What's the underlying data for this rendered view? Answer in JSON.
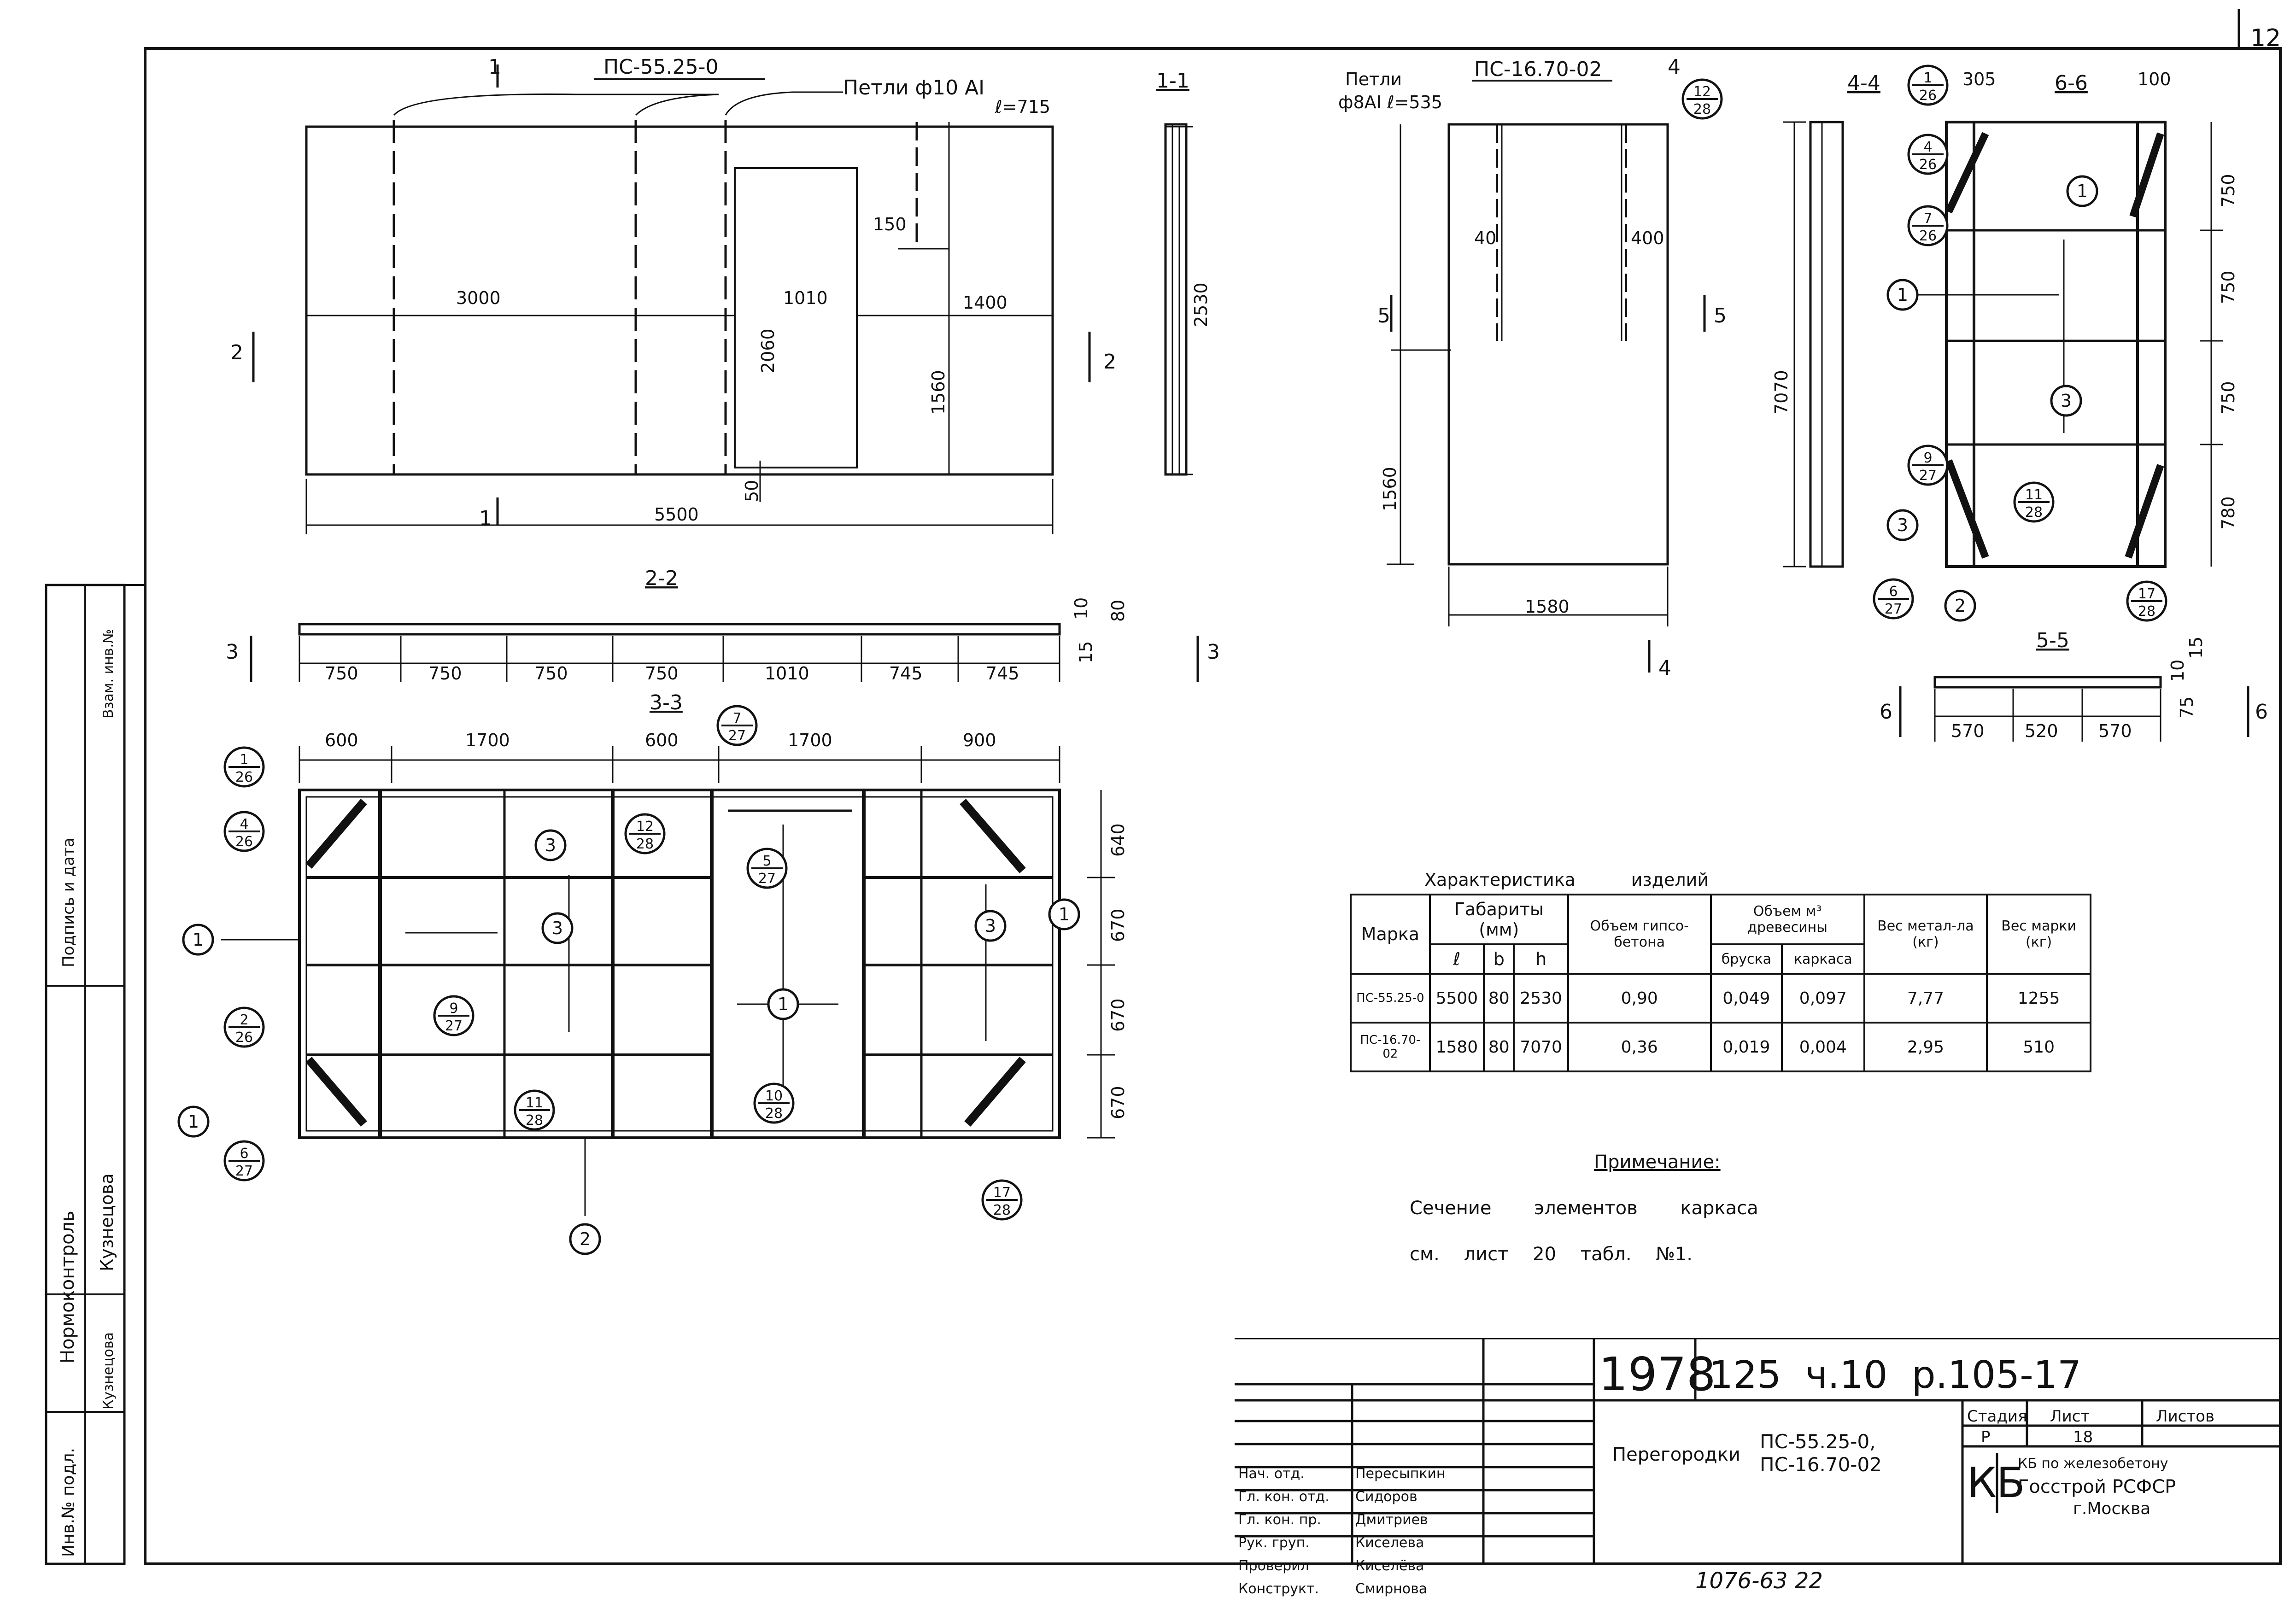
{
  "sheet_corner_number": "12",
  "panel1": {
    "mark_label": "ПС-55.25-0",
    "loops_label": "Петли ф10 АI",
    "loops_length": "ℓ=715",
    "section_label_left": "1",
    "dims": [
      "3000",
      "1010",
      "1400",
      "2060",
      "1560",
      "150",
      "50",
      "5500",
      "2530"
    ],
    "section_markers": [
      "2",
      "2",
      "1",
      "1"
    ]
  },
  "section_1_1": "1-1",
  "section_2_2": {
    "title": "2-2",
    "dims": [
      "750",
      "750",
      "750",
      "750",
      "1010",
      "745",
      "745"
    ],
    "right_dims": [
      "10",
      "15",
      "80"
    ],
    "markers": [
      "3",
      "3"
    ]
  },
  "section_3_3": {
    "title": "3-3",
    "top_dims": [
      "600",
      "1700",
      "600",
      "1700",
      "900"
    ],
    "right_dims": [
      "640",
      "670",
      "670",
      "670"
    ],
    "callouts": [
      {
        "n": "1",
        "d": "26"
      },
      {
        "n": "4",
        "d": "26"
      },
      {
        "n": "2",
        "d": "26"
      },
      {
        "n": "6",
        "d": "27"
      },
      {
        "n": "9",
        "d": "27"
      },
      {
        "n": "11",
        "d": "28"
      },
      {
        "n": "12",
        "d": "28"
      },
      {
        "n": "7",
        "d": "27"
      },
      {
        "n": "5",
        "d": "27"
      },
      {
        "n": "10",
        "d": "28"
      },
      {
        "n": "17",
        "d": "28"
      }
    ],
    "positions": [
      "1",
      "3",
      "1",
      "3",
      "2",
      "1",
      "1",
      "3"
    ]
  },
  "panel2": {
    "loops_label": "Петли",
    "loops_spec": "ф8АI ℓ=535",
    "mark_label": "ПС-16.70-02",
    "dims": [
      "40",
      "400",
      "1560",
      "1580"
    ],
    "section_markers": [
      "4",
      "4",
      "5",
      "5"
    ],
    "callout": {
      "n": "12",
      "d": "28"
    }
  },
  "section_4_4": {
    "title": "4-4",
    "sub_title": "6-6",
    "dims": [
      "305",
      "100",
      "750",
      "750",
      "750",
      "780",
      "7070"
    ],
    "callouts": [
      {
        "n": "1",
        "d": "26"
      },
      {
        "n": "4",
        "d": "26"
      },
      {
        "n": "7",
        "d": "26"
      },
      {
        "n": "9",
        "d": "27"
      },
      {
        "n": "11",
        "d": "28"
      },
      {
        "n": "6",
        "d": "27"
      },
      {
        "n": "17",
        "d": "28"
      }
    ],
    "positions": [
      "1",
      "1",
      "3",
      "3",
      "2"
    ]
  },
  "section_5_5": {
    "title": "5-5",
    "dims": [
      "570",
      "520",
      "570"
    ],
    "right_dims": [
      "15",
      "75",
      "10"
    ],
    "markers": [
      "6",
      "6"
    ]
  },
  "table": {
    "title_left": "Характеристика",
    "title_right": "изделий",
    "headers": {
      "mark": "Марка",
      "dims": "Габариты (мм)",
      "l": "ℓ",
      "b": "b",
      "h": "h",
      "vol_gypsum": "Объем гипсо-бетона",
      "vol_wood": "Объем м³ древесины",
      "brus": "бруска",
      "karkas": "каркаса",
      "metal": "Вес метал-ла (кг)",
      "weight": "Вес марки (кг)"
    },
    "rows": [
      [
        "ПС-55.25-0",
        "5500",
        "80",
        "2530",
        "0,90",
        "0,049",
        "0,097",
        "7,77",
        "1255"
      ],
      [
        "ПС-16.70-02",
        "1580",
        "80",
        "7070",
        "0,36",
        "0,019",
        "0,004",
        "2,95",
        "510"
      ]
    ]
  },
  "note": {
    "title": "Примечание:",
    "line1": "Сечение элементов каркаса",
    "line2": "см. лист 20 табл. №1."
  },
  "title_block": {
    "year": "1978",
    "code": "125  ч.10  р.105-17",
    "roles": [
      "Нач. отд.",
      "Гл. кон. отд.",
      "Гл. кон. пр.",
      "Рук. груп.",
      "Проверил",
      "Конструкт."
    ],
    "names": [
      "Пересыпкин",
      "Сидоров",
      "Дмитриев",
      "Киселева",
      "Киселёва",
      "Смирнова"
    ],
    "doc_name": "Перегородки",
    "doc_marks": [
      "ПС-55.25-0,",
      "ПС-16.70-02"
    ],
    "stage_h": "Стадия",
    "sheet_h": "Лист",
    "sheets_h": "Листов",
    "stage": "Р",
    "sheet": "18",
    "org": [
      "КБ по железобетону",
      "Госстрой РСФСР",
      "г.Москва"
    ]
  },
  "left_strip": {
    "labels": [
      "Нормоконтроль",
      "Инв.№ подл.",
      "Подпись и дата",
      "Взам. инв.№"
    ],
    "signatures": [
      "Кузнецова",
      "Кузнецова"
    ]
  },
  "bottom_stamp": "1076-63 22"
}
